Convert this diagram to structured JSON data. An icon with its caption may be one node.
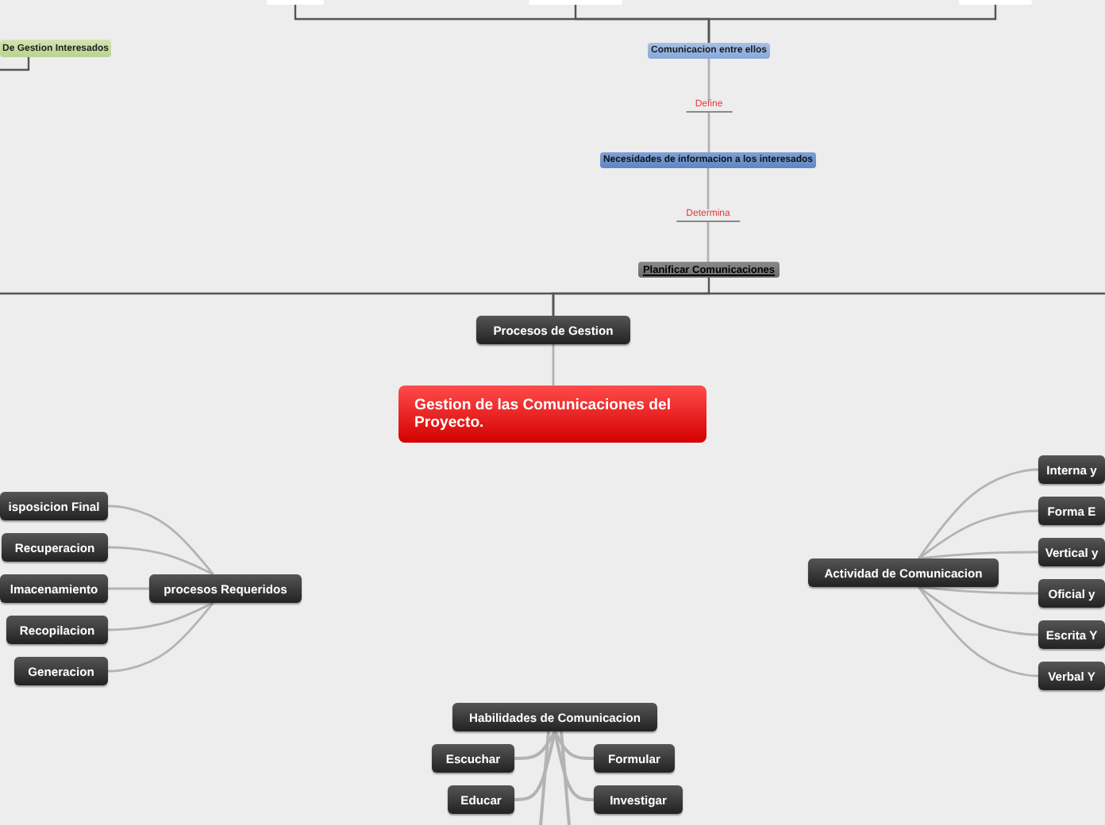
{
  "diagram": {
    "nodes": [
      {
        "text": [],
        "shape": "bar"
      },
      {
        "text": [],
        "shape": "bar"
      },
      {
        "text": [],
        "shape": "bar"
      },
      {
        "text": [
          "De Gestion Interesados"
        ]
      },
      {
        "text": [
          "Comunicacion entre ellos"
        ]
      },
      {
        "text": [
          "Necesidades de informacion a los interesados"
        ]
      },
      {
        "text": [
          "Planificar Comunicaciones"
        ]
      },
      {
        "text": [
          "Procesos de Gestion"
        ]
      },
      {
        "text": [
          "Gestion de las Comunicaciones del Proyecto."
        ]
      },
      {
        "text": [
          "isposicion Final"
        ]
      },
      {
        "text": [
          "Recuperacion"
        ]
      },
      {
        "text": [
          "lmacenamiento"
        ]
      },
      {
        "text": [
          "Recopilacion"
        ]
      },
      {
        "text": [
          "Generacion"
        ]
      },
      {
        "text": [
          "procesos Requeridos"
        ]
      },
      {
        "text": [
          "Actividad de Comunicacion"
        ]
      },
      {
        "text": [
          "Interna y"
        ]
      },
      {
        "text": [
          "Forma E"
        ]
      },
      {
        "text": [
          "Vertical y"
        ]
      },
      {
        "text": [
          "Oficial y"
        ]
      },
      {
        "text": [
          "Escrita Y"
        ]
      },
      {
        "text": [
          "Verbal Y"
        ]
      },
      {
        "text": [
          "Habilidades de Comunicacion"
        ]
      },
      {
        "text": [
          "Escuchar"
        ]
      },
      {
        "text": [
          "Formular"
        ]
      },
      {
        "text": [
          "Educar"
        ]
      },
      {
        "text": [
          "Investigar"
        ]
      }
    ],
    "edges": [
      {
        "from": 4,
        "to": 0,
        "arrow": "none",
        "color": "#555555"
      },
      {
        "from": 4,
        "to": 1,
        "arrow": "none",
        "color": "#555555"
      },
      {
        "from": 4,
        "to": 2,
        "arrow": "none",
        "color": "#555555"
      },
      {
        "from": 3,
        "to": null,
        "arrow": "none",
        "color": "#555555"
      },
      {
        "from": 5,
        "to": 4,
        "arrow": "none",
        "label": "Define"
      },
      {
        "from": 6,
        "to": 5,
        "arrow": "none",
        "label": "Determina"
      },
      {
        "from": 7,
        "to": 6,
        "arrow": "none",
        "color": "#555555"
      },
      {
        "from": 7,
        "to": null,
        "arrow": "none",
        "color": "#555555"
      },
      {
        "from": 7,
        "to": null,
        "arrow": "none",
        "color": "#555555"
      },
      {
        "from": 8,
        "to": 7,
        "arrow": "none"
      },
      {
        "from": 14,
        "to": 9,
        "arrow": "none"
      },
      {
        "from": 14,
        "to": 10,
        "arrow": "none"
      },
      {
        "from": 14,
        "to": 11,
        "arrow": "none"
      },
      {
        "from": 14,
        "to": 12,
        "arrow": "none"
      },
      {
        "from": 14,
        "to": 13,
        "arrow": "none"
      },
      {
        "from": 15,
        "to": 16,
        "arrow": "none"
      },
      {
        "from": 15,
        "to": 17,
        "arrow": "none"
      },
      {
        "from": 15,
        "to": 18,
        "arrow": "none"
      },
      {
        "from": 15,
        "to": 19,
        "arrow": "none"
      },
      {
        "from": 15,
        "to": 20,
        "arrow": "none"
      },
      {
        "from": 15,
        "to": 21,
        "arrow": "none"
      },
      {
        "from": 22,
        "to": 23,
        "arrow": "none"
      },
      {
        "from": 22,
        "to": 24,
        "arrow": "none"
      },
      {
        "from": 22,
        "to": 25,
        "arrow": "none"
      },
      {
        "from": 22,
        "to": 26,
        "arrow": "none"
      },
      {
        "from": 22,
        "to": null,
        "arrow": "none"
      },
      {
        "from": 22,
        "to": null,
        "arrow": "none"
      }
    ]
  }
}
